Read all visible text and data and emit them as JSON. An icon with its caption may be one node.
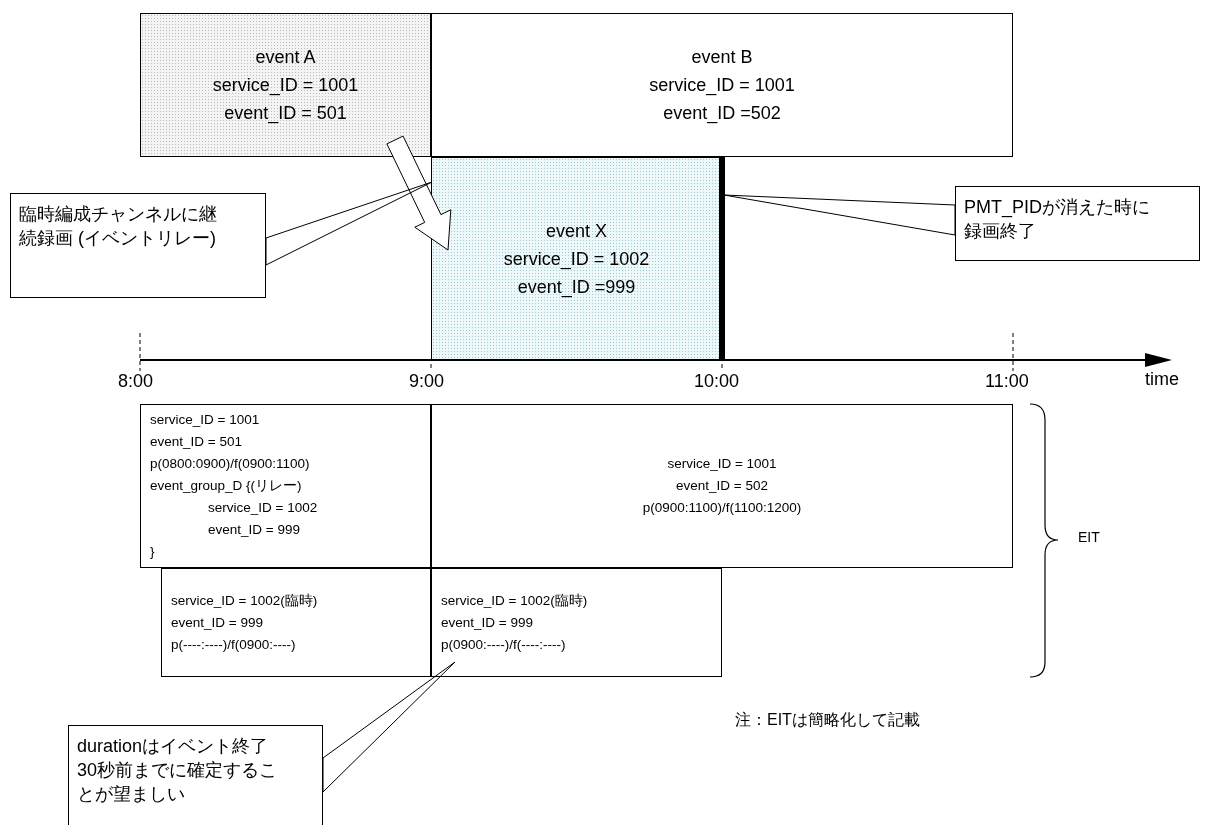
{
  "diagram": {
    "nodes": [
      {
        "text": [
          "event A",
          "service_ID = 1001",
          "event_ID = 501"
        ]
      },
      {
        "text": [
          "event B",
          "service_ID = 1001",
          "event_ID =502"
        ]
      },
      {
        "text": [
          "event X",
          "service_ID = 1002",
          "event_ID =999"
        ]
      },
      {
        "text": [
          "臨時編成チャンネルに継続録画 (イベントリレー)"
        ]
      },
      {
        "text": [
          "PMT_PIDが消えた時に録画終了"
        ]
      },
      {
        "text": [],
        "shape": "bar"
      },
      {
        "text": [
          "service_ID = 1001",
          "event_ID = 501",
          "p(0800:0900)/f(0900:1100)",
          "event_group_D {(リレー)",
          "service_ID = 1002",
          "event_ID = 999",
          "}"
        ]
      },
      {
        "text": [
          "service_ID = 1001",
          "event_ID = 502",
          "p(0900:1100)/f(1100:1200)"
        ]
      },
      {
        "text": [
          "service_ID = 1002(臨時)",
          "event_ID = 999",
          "p(----:----)/f(0900:----)"
        ]
      },
      {
        "text": [
          "service_ID = 1002(臨時)",
          "event_ID = 999",
          "p(0900:----)/f(----:----)"
        ]
      },
      {
        "text": [
          "durationはイベント終了30秒前までに確定することが望ましい"
        ]
      }
    ],
    "edges": [
      {
        "from": 0,
        "to": 2,
        "arrow": "to"
      },
      {
        "from": 3,
        "to": 2,
        "arrow": "none"
      },
      {
        "from": 4,
        "to": 5,
        "arrow": "none"
      },
      {
        "from": 10,
        "to": 9,
        "arrow": "none"
      }
    ],
    "labels": [
      "8:00",
      "9:00",
      "10:00",
      "11:00",
      "time",
      "EIT",
      "注：EITは簡略化して記載"
    ]
  }
}
